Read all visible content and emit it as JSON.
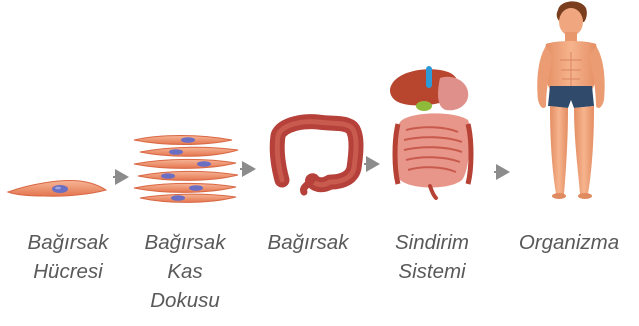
{
  "stages": [
    {
      "name": "cell",
      "lines": [
        "Bağırsak",
        "Hücresi"
      ]
    },
    {
      "name": "tissue",
      "lines": [
        "Bağırsak",
        "Kas",
        "Dokusu"
      ]
    },
    {
      "name": "organ",
      "lines": [
        "Bağırsak"
      ]
    },
    {
      "name": "system",
      "lines": [
        "Sindirim",
        "Sistemi"
      ]
    },
    {
      "name": "organism",
      "lines": [
        "Organizma"
      ]
    }
  ],
  "colors": {
    "label_text": "#595959",
    "arrow": "#8c8c8c",
    "cell_fill": "#f0916e",
    "nucleus": "#6a6fc4",
    "intestine": "#b5413a",
    "skin": "#f0a77f",
    "shorts": "#2f4a6a",
    "hair": "#7a3e1f"
  }
}
